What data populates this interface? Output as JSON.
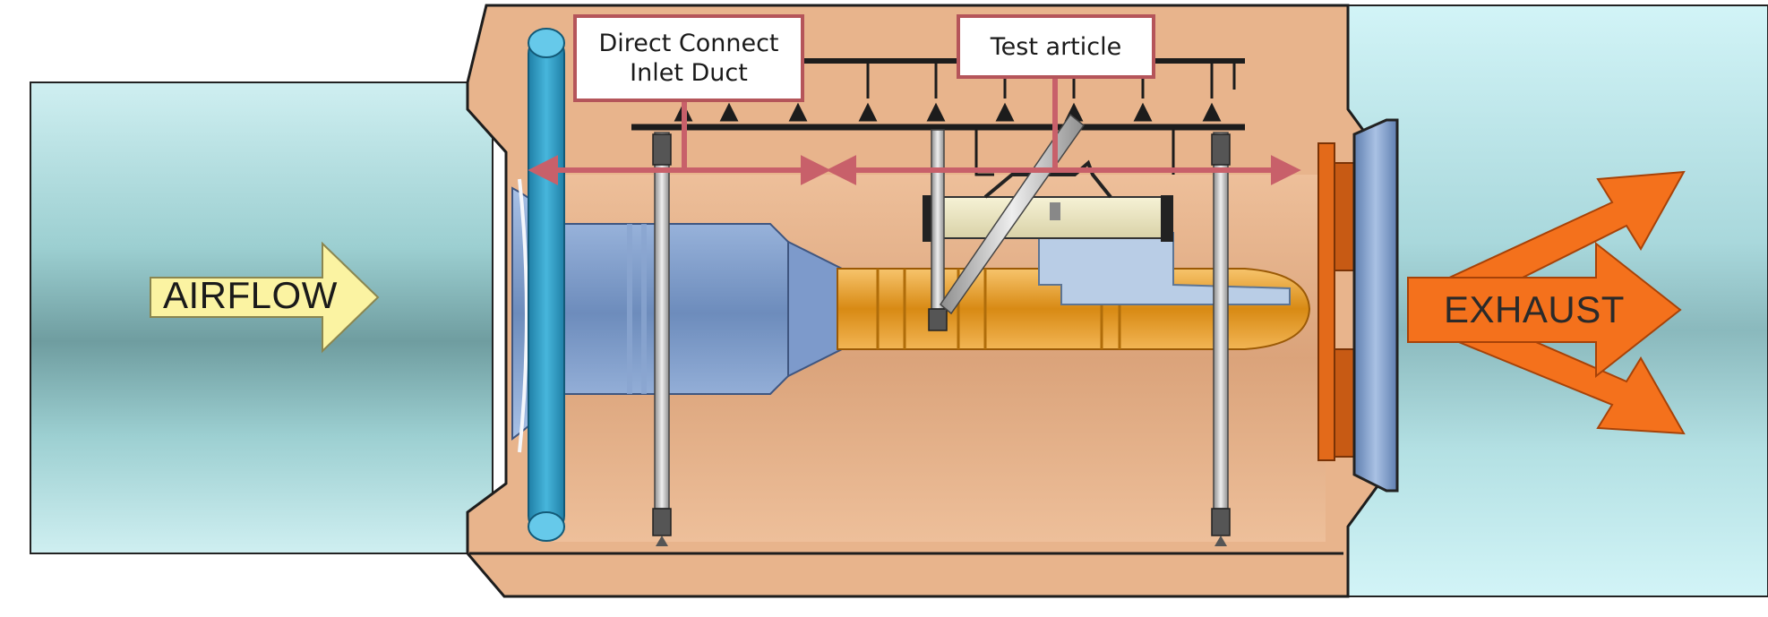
{
  "labels": {
    "airflow": "AIRFLOW",
    "exhaust": "EXHAUST",
    "inlet_line1": "Direct Connect",
    "inlet_line2": "Inlet Duct",
    "test_article": "Test article"
  },
  "colors": {
    "duct_fill": "#bfe3e6",
    "chamber_fill": "#e9b48c",
    "engine_blue": "#7f9fcf",
    "engine_orange": "#e9a02e",
    "rail_dark": "#202020",
    "callout_red": "#b5555a",
    "airflow_arrow": "#fbf3a2",
    "exhaust_arrow": "#f4711c"
  },
  "icons": [
    "airflow-arrow-icon",
    "exhaust-arrow-icon"
  ]
}
